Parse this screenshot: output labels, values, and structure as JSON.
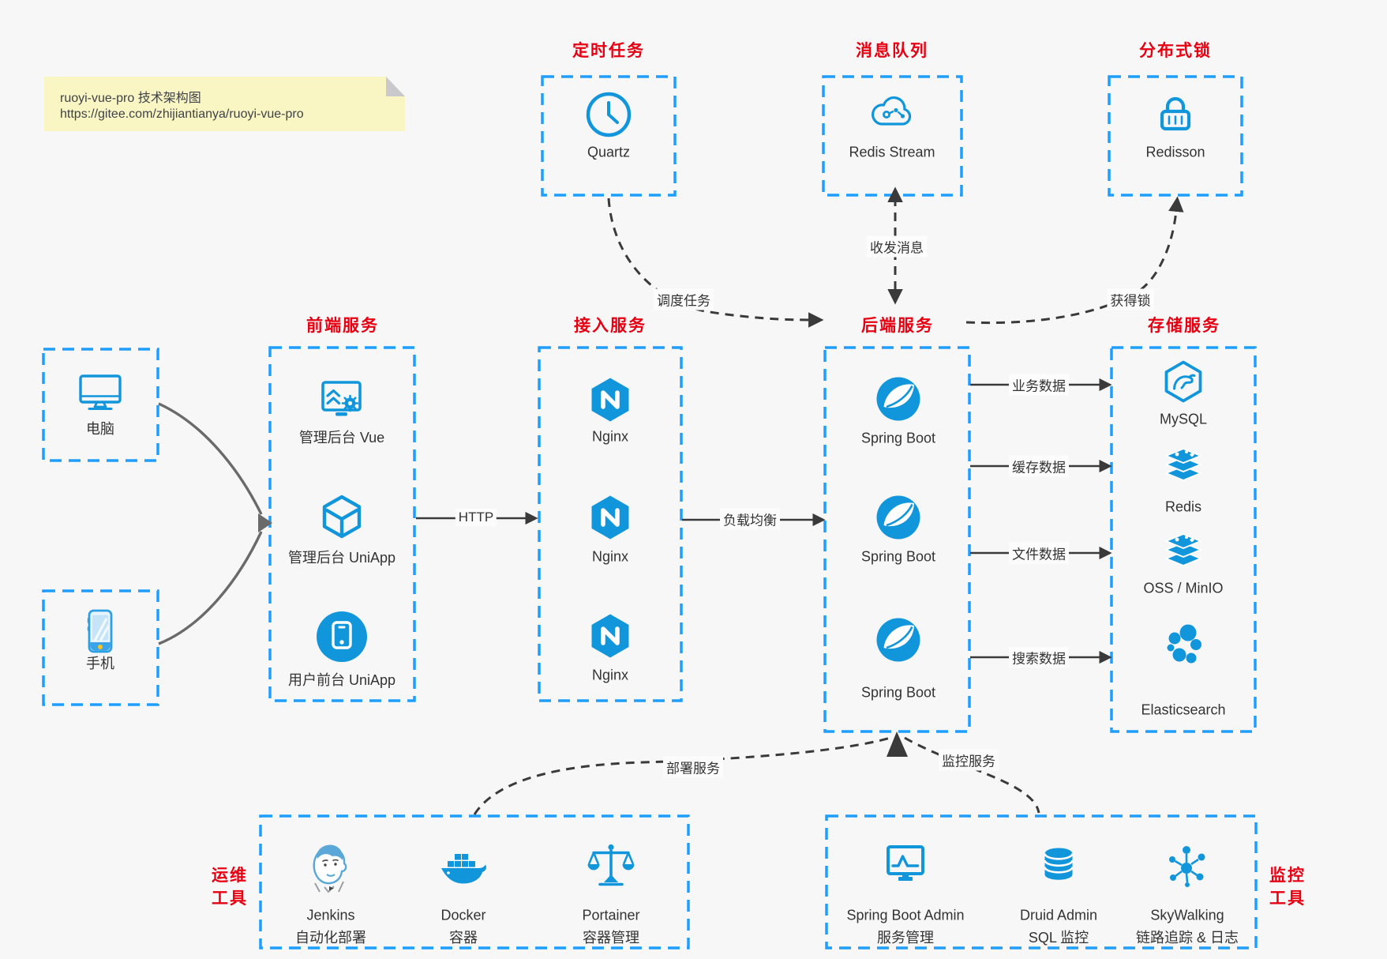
{
  "note": {
    "line1": "ruoyi-vue-pro 技术架构图",
    "line2": "https://gitee.com/zhijiantianya/ruoyi-vue-pro"
  },
  "groups": {
    "scheduler": {
      "title": "定时任务",
      "item": "Quartz"
    },
    "mq": {
      "title": "消息队列",
      "item": "Redis Stream"
    },
    "lock": {
      "title": "分布式锁",
      "item": "Redisson"
    },
    "frontend": {
      "title": "前端服务",
      "items": [
        "管理后台 Vue",
        "管理后台 UniApp",
        "用户前台 UniApp"
      ]
    },
    "gateway": {
      "title": "接入服务",
      "items": [
        "Nginx",
        "Nginx",
        "Nginx"
      ]
    },
    "backend": {
      "title": "后端服务",
      "items": [
        "Spring Boot",
        "Spring Boot",
        "Spring Boot"
      ]
    },
    "storage": {
      "title": "存储服务",
      "items": [
        "MySQL",
        "Redis",
        "OSS / MinIO",
        "Elasticsearch"
      ]
    },
    "devices": {
      "pc": "电脑",
      "phone": "手机"
    },
    "ops": {
      "title_line1": "运维",
      "title_line2": "工具",
      "items": [
        {
          "name": "Jenkins",
          "desc": "自动化部署"
        },
        {
          "name": "Docker",
          "desc": "容器"
        },
        {
          "name": "Portainer",
          "desc": "容器管理"
        }
      ]
    },
    "monitor": {
      "title_line1": "监控",
      "title_line2": "工具",
      "items": [
        {
          "name": "Spring Boot Admin",
          "desc": "服务管理"
        },
        {
          "name": "Druid Admin",
          "desc": "SQL 监控"
        },
        {
          "name": "SkyWalking",
          "desc": "链路追踪 & 日志"
        }
      ]
    }
  },
  "edges": {
    "http": "HTTP",
    "load_balance": "负载均衡",
    "business_data": "业务数据",
    "cache_data": "缓存数据",
    "file_data": "文件数据",
    "search_data": "搜索数据",
    "schedule_task": "调度任务",
    "send_receive_msg": "收发消息",
    "acquire_lock": "获得锁",
    "deploy_service": "部署服务",
    "monitor_service": "监控服务"
  },
  "colors": {
    "icon_blue": "#1296db",
    "border_blue": "#1e9fff",
    "title_red": "#e60012",
    "arrow_dark": "#3a3a3a",
    "arrow_gray": "#6a6a6a",
    "note_bg": "#faf6c3"
  }
}
